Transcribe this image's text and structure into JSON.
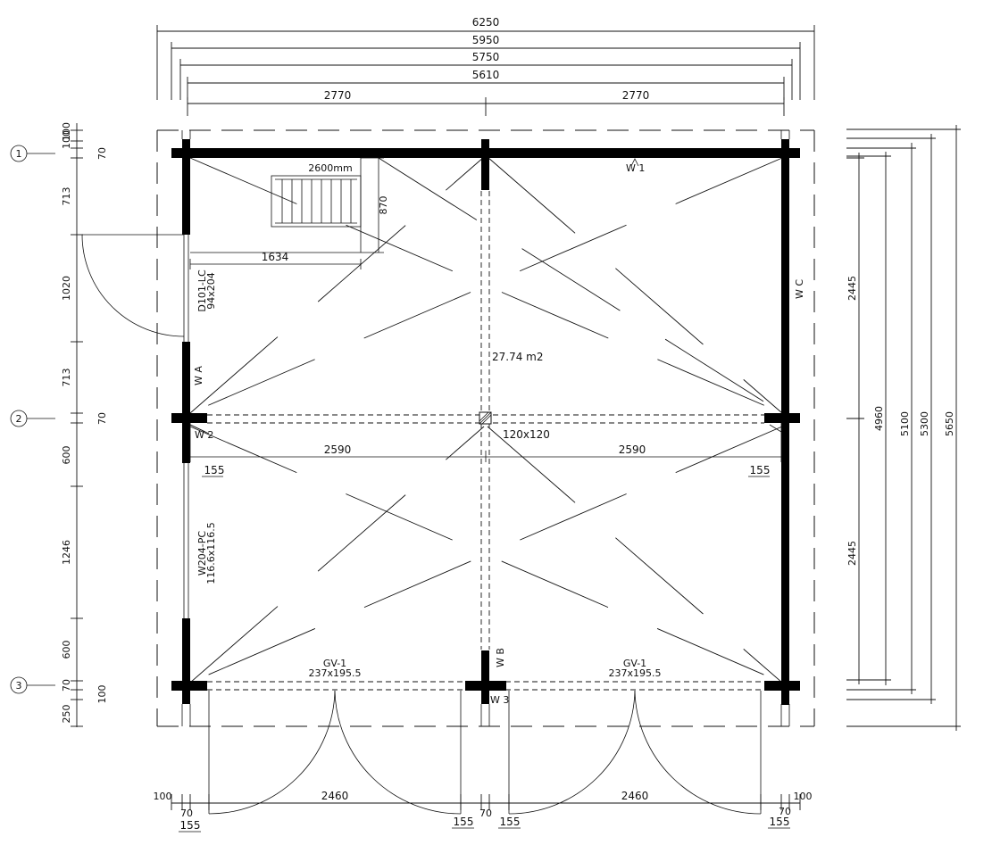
{
  "top_dims": [
    "6250",
    "5950",
    "5750",
    "5610",
    "2770",
    "2770"
  ],
  "left_dims": [
    "100",
    "100",
    "70",
    "713",
    "1020",
    "713",
    "70",
    "600",
    "1246",
    "600",
    "70",
    "100",
    "250"
  ],
  "right_dims": [
    "2445",
    "2445",
    "4960",
    "5100",
    "5300",
    "5650"
  ],
  "bottom_dims": [
    "100",
    "70",
    "155",
    "2460",
    "155",
    "70",
    "155",
    "2460",
    "155",
    "70",
    "100"
  ],
  "axis_labels": [
    "1",
    "2",
    "3"
  ],
  "stair": {
    "label": "2600mm",
    "height": "870",
    "length": "1634"
  },
  "door": {
    "code": "D101-LC",
    "size": "94x204"
  },
  "window": {
    "code": "W204-PC",
    "size": "116.6x116.5"
  },
  "area": "27.74 m2",
  "post": "120x120",
  "beam_spans": [
    "2590",
    "2590"
  ],
  "beam_offsets": [
    "155",
    "155"
  ],
  "garage_doors": [
    {
      "code": "GV-1",
      "size": "237x195.5"
    },
    {
      "code": "GV-1",
      "size": "237x195.5"
    }
  ],
  "wall_tags": [
    "W 1",
    "W C",
    "W A",
    "W 2",
    "W B",
    "W 3"
  ]
}
